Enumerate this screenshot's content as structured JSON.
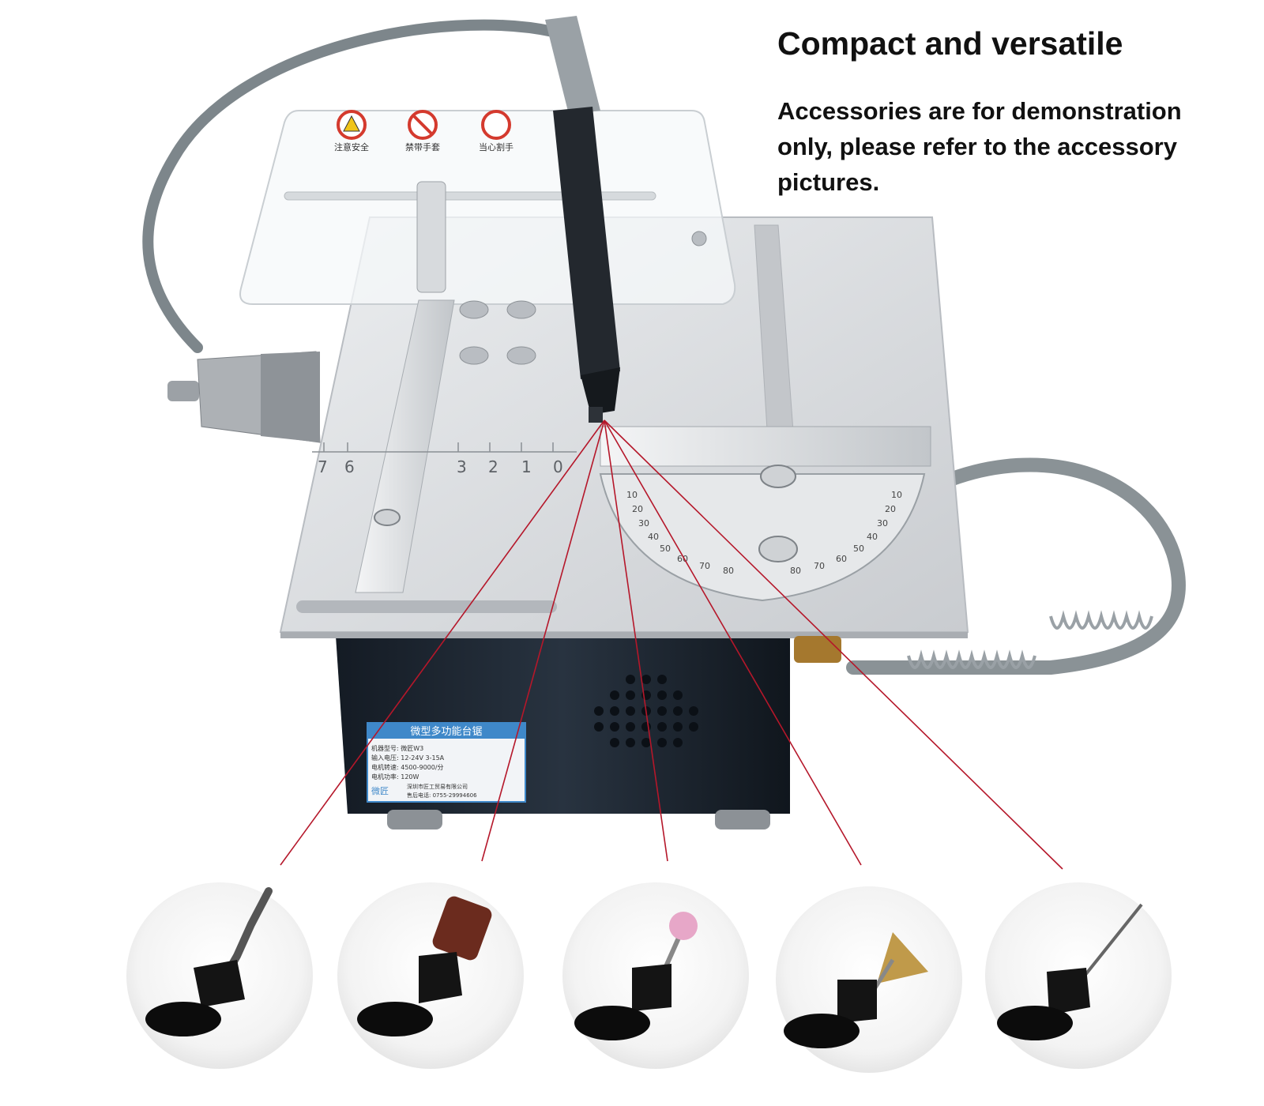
{
  "headline": "Compact and versatile",
  "subtext": "Accessories are for demonstration only, please refer to the accessory pictures.",
  "machine": {
    "warning_labels": [
      "注意安全",
      "禁带手套",
      "当心割手"
    ],
    "label_title": "微型多功能台锯",
    "label_rows": [
      "机器型号: 微匠W3",
      "输入电压: 12-24V  3-15A",
      "电机转速: 4500-9000/分",
      "电机功率: 120W"
    ],
    "brand": "微匠",
    "company": "深圳市匠工贸易有限公司",
    "phone": "售后电话: 0755-29994606",
    "ruler_ticks": [
      "7",
      "6",
      "3",
      "2",
      "1",
      "0"
    ],
    "protractor_ticks": [
      "10",
      "20",
      "30",
      "40",
      "50",
      "60",
      "70",
      "80",
      "80",
      "70",
      "60",
      "50",
      "40",
      "30",
      "20",
      "10"
    ]
  },
  "accessories": [
    {
      "name": "drill bit"
    },
    {
      "name": "sanding drum"
    },
    {
      "name": "grinding stone"
    },
    {
      "name": "wire brush"
    },
    {
      "name": "engraving needle"
    }
  ],
  "colors": {
    "laser": "#b5172a",
    "table": "#d8dadd",
    "body": "#1e2733",
    "label_blue": "#3f88c9",
    "hose": "#8a9296"
  }
}
